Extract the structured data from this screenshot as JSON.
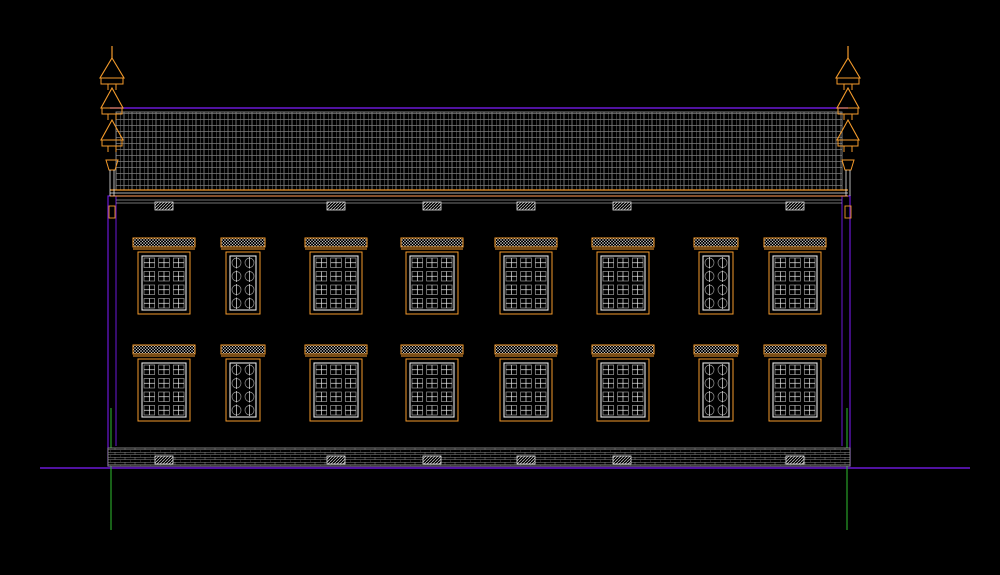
{
  "drawing": {
    "kind": "CAD building elevation",
    "storeys": 2,
    "window_columns": [
      {
        "type": "wide"
      },
      {
        "type": "narrow"
      },
      {
        "type": "wide"
      },
      {
        "type": "wide"
      },
      {
        "type": "wide"
      },
      {
        "type": "wide"
      },
      {
        "type": "narrow"
      },
      {
        "type": "wide"
      }
    ],
    "vents_top_count": 6,
    "vents_bottom_count": 6,
    "finials": 2
  },
  "colors": {
    "background": "#000000",
    "outline_purple": "#6a18d6",
    "orange": "#f39a2b",
    "white": "#e8e8e8",
    "gray": "#9a9a9a",
    "green_axis": "#2fbf2f",
    "tile": "#b9b9b9"
  }
}
